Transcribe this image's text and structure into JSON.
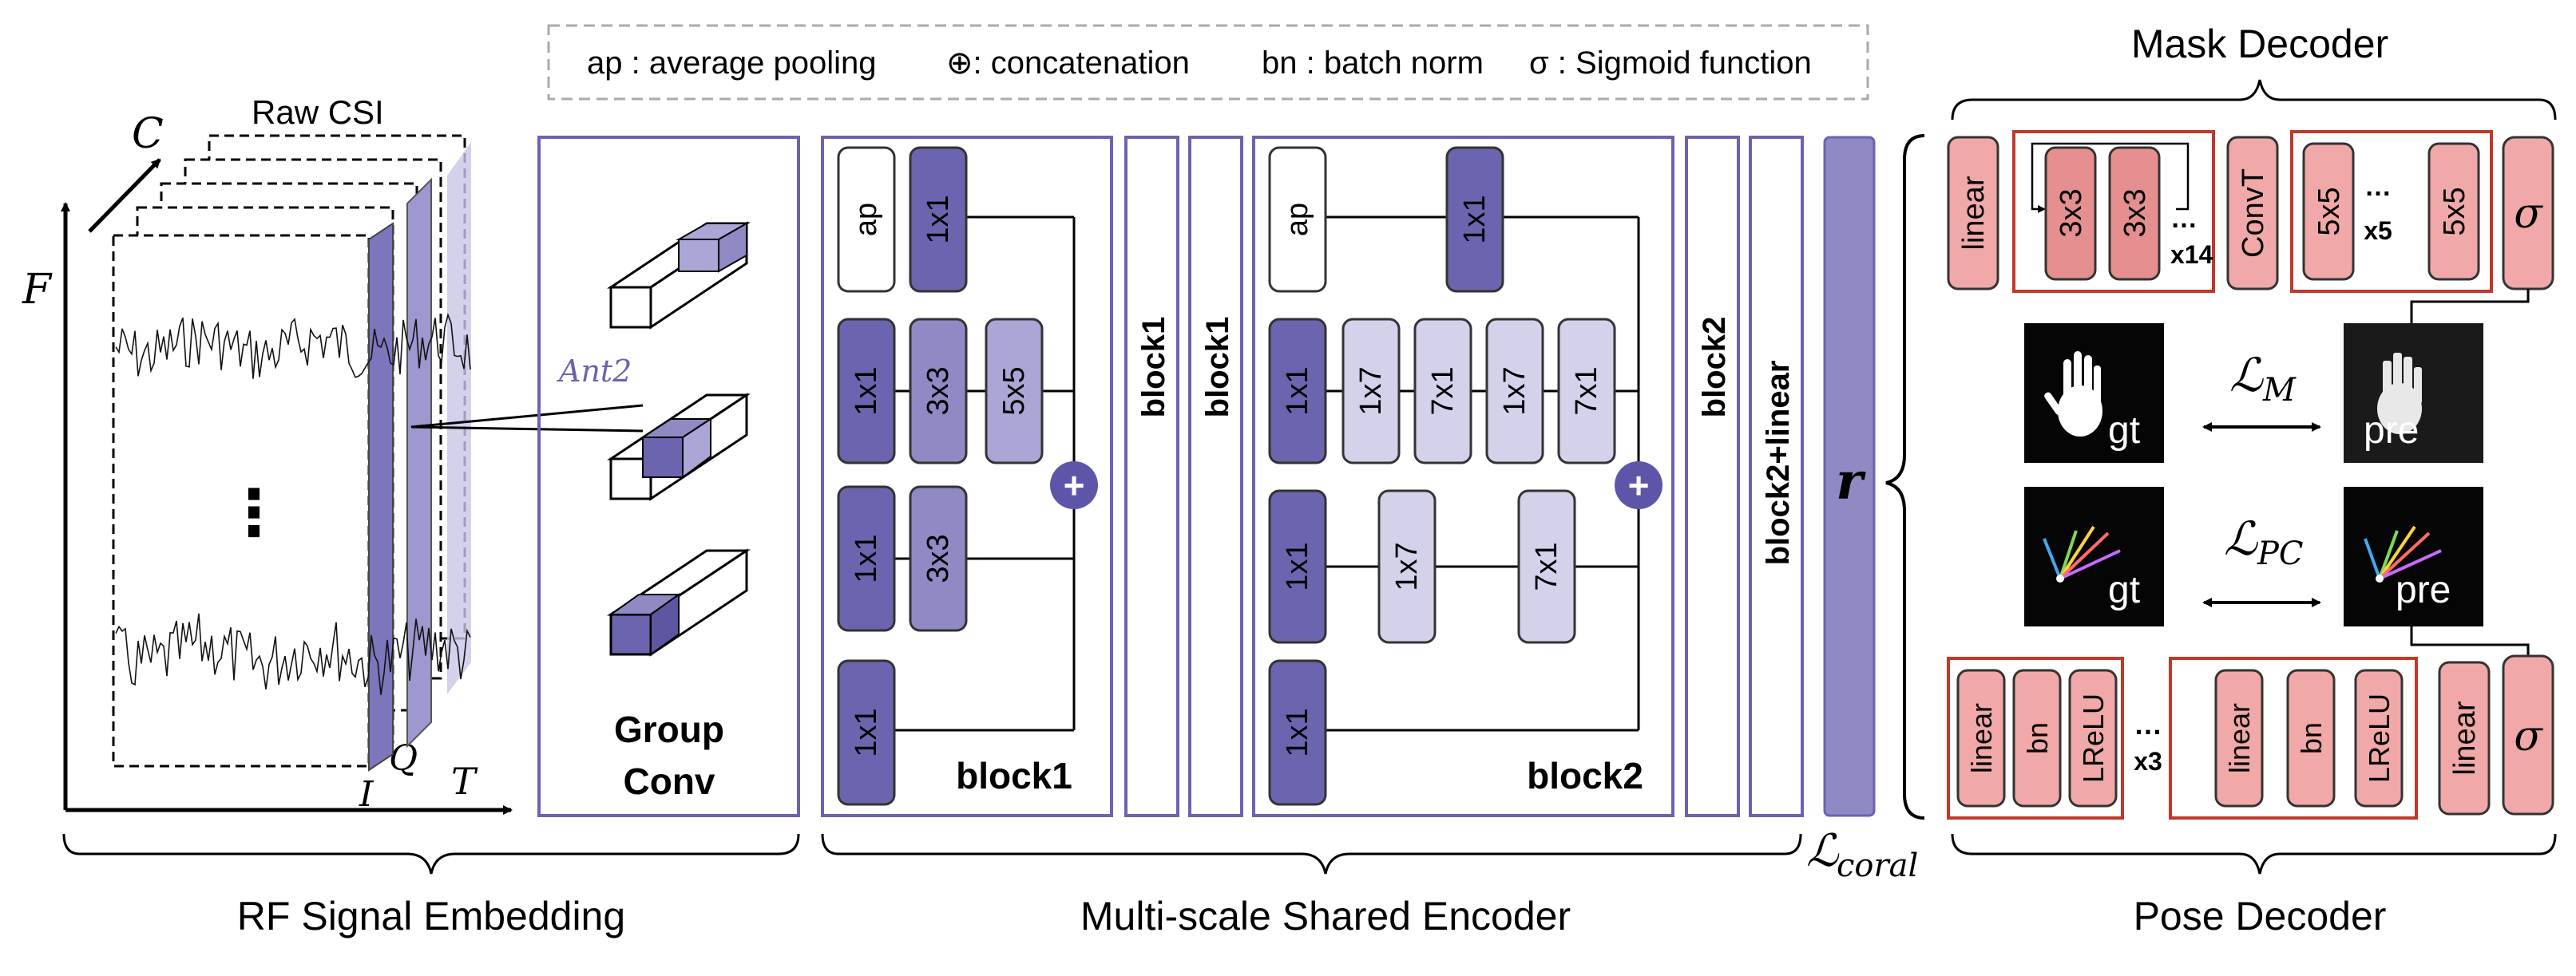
{
  "legend": {
    "ap": "ap : average pooling",
    "concat": "⊕: concatenation",
    "bn": "bn : batch norm",
    "sigma": "σ : Sigmoid function"
  },
  "embedding": {
    "axis_f": "F",
    "axis_c": "C",
    "axis_t": "T",
    "label_i": "I",
    "label_q": "Q",
    "raw_csi": "Raw CSI",
    "ellipsis": "⋮",
    "ant2": "Ant2",
    "group_conv_1": "Group",
    "group_conv_2": "Conv",
    "section_label": "RF Signal Embedding"
  },
  "encoder": {
    "section_label": "Multi-scale Shared Encoder",
    "block1": {
      "ap": "ap",
      "b_1x1_top": "1x1",
      "b_1x1_a": "1x1",
      "b_3x3_a": "3x3",
      "b_5x5": "5x5",
      "b_1x1_b": "1x1",
      "b_3x3_b": "3x3",
      "b_1x1_c": "1x1",
      "concat_symbol": "+",
      "title": "block1"
    },
    "block1_repeat_1": "block1",
    "block1_repeat_2": "block1",
    "block2": {
      "ap": "ap",
      "b_1x1_top": "1x1",
      "b_1x1_a": "1x1",
      "b_1x7_a": "1x7",
      "b_7x1_a": "7x1",
      "b_1x7_b": "1x7",
      "b_7x1_b": "7x1",
      "b_1x1_b": "1x1",
      "b_1x7_c": "1x7",
      "b_7x1_c": "7x1",
      "b_1x1_c": "1x1",
      "concat_symbol": "+",
      "title": "block2"
    },
    "block2_repeat": "block2",
    "block2_linear": "block2+linear",
    "r": "r",
    "coral": "coral"
  },
  "mask_decoder": {
    "title": "Mask Decoder",
    "linear": "linear",
    "conv3x3_a": "3x3",
    "conv3x3_b": "3x3",
    "dots": "…",
    "x14": "x14",
    "convT": "ConvT",
    "conv5x5_a": "5x5",
    "dots2": "…",
    "x5": "x5",
    "conv5x5_b": "5x5",
    "sigma": "σ",
    "gt": "gt",
    "pre": "pre",
    "loss_m_sub": "M"
  },
  "pose_decoder": {
    "title": "Pose Decoder",
    "g1_linear": "linear",
    "g1_bn": "bn",
    "g1_lrelu": "LReLU",
    "dots": "…",
    "x3": "x3",
    "g2_linear": "linear",
    "g2_bn": "bn",
    "g2_lrelu": "LReLU",
    "linear": "linear",
    "sigma": "σ",
    "gt": "gt",
    "pre": "pre",
    "loss_pc_sub": "PC"
  },
  "colors": {
    "dark_purple": "#6b64ae",
    "mid_purple": "#8f89c4",
    "light_purple": "#d4d2ea",
    "frame_purple": "#6a63b3",
    "pink": "#f0a8a8",
    "pink_dark": "#e58f90",
    "red_frame": "#c0392b"
  }
}
